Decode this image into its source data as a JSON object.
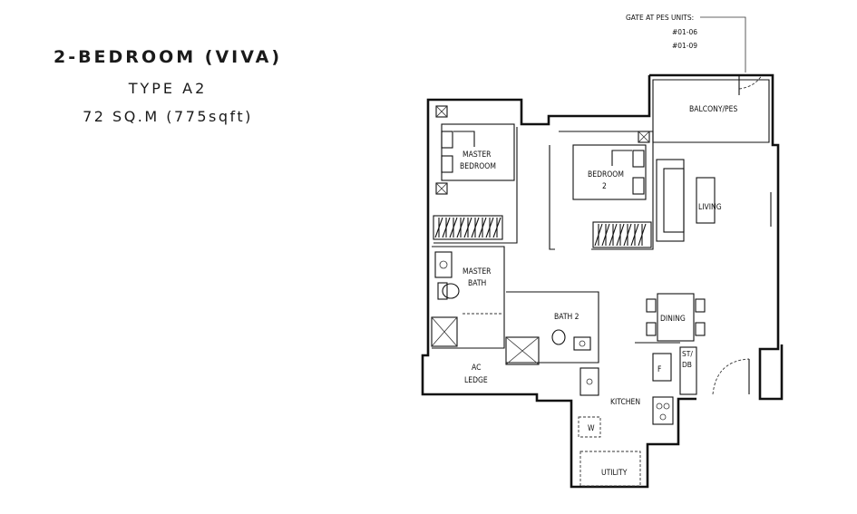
{
  "header": {
    "unit_name": "2-BEDROOM (VIVA)",
    "unit_type": "TYPE A2",
    "unit_area": "72 SQ.M (775sqft)"
  },
  "plan": {
    "gate_note": "GATE AT PES UNITS:",
    "gate_units": [
      "#01-06",
      "#01-09"
    ],
    "rooms": {
      "balcony": "BALCONY/PES",
      "living": "LIVING",
      "master_bedroom": [
        "MASTER",
        "BEDROOM"
      ],
      "bedroom_2": [
        "BEDROOM",
        "2"
      ],
      "master_bath": [
        "MASTER",
        "BATH"
      ],
      "bath_2": "BATH 2",
      "dining": "DINING",
      "ac_ledge": [
        "AC",
        "LEDGE"
      ],
      "kitchen": "KITCHEN",
      "utility": "UTILITY",
      "db": [
        "ST/",
        "DB"
      ],
      "fridge": "F",
      "washer": "W"
    }
  }
}
